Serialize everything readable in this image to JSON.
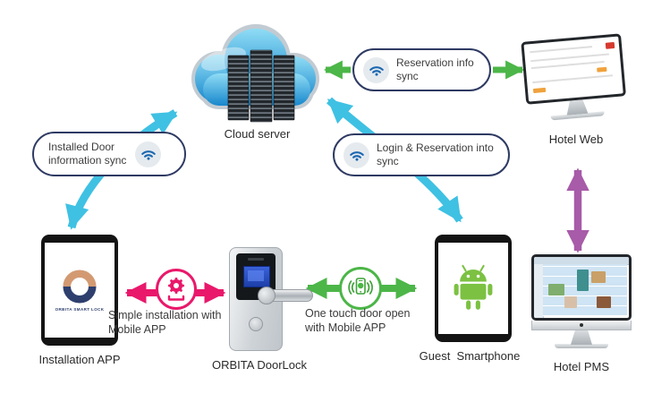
{
  "colors": {
    "cyan_arrow": "#3fc1e3",
    "green_arrow": "#4cb648",
    "pink_arrow": "#e9186b",
    "purple_arrow": "#a75ba8",
    "pill_border": "#2e3a63",
    "wifi_blue": "#1b67b0",
    "cloud_blue": "#2196d4",
    "android_green": "#7cc142",
    "logo_orange": "#d39a72",
    "logo_navy": "#2e3f6e"
  },
  "nodes": {
    "cloud_server": {
      "label": "Cloud server"
    },
    "hotel_web": {
      "label": "Hotel Web"
    },
    "hotel_pms": {
      "label": "Hotel PMS"
    },
    "installation_app": {
      "label": "Installation APP",
      "splash_text": "ORBITA SMART LOCK"
    },
    "doorlock": {
      "label": "ORBITA DoorLock"
    },
    "guest_smartphone": {
      "label": "Guest  Smartphone"
    }
  },
  "connections": {
    "installed_door_sync": {
      "icon": "wifi-icon",
      "color": "#3fc1e3",
      "lines": [
        "Installed Door",
        "information sync"
      ]
    },
    "reservation_sync": {
      "icon": "wifi-icon",
      "color": "#4cb648",
      "lines": [
        "Reservation info",
        "sync"
      ]
    },
    "login_reservation_sync": {
      "icon": "wifi-icon",
      "color": "#3fc1e3",
      "lines": [
        "Login & Reservation into",
        "sync"
      ]
    },
    "simple_installation": {
      "icon": "gear-install-icon",
      "color": "#e9186b",
      "lines": [
        "Simple installation with",
        "Mobile APP"
      ]
    },
    "one_touch_open": {
      "icon": "phone-tap-icon",
      "color": "#4cb648",
      "lines": [
        "One touch door open",
        "with Mobile APP"
      ]
    },
    "web_pms_link": {
      "icon": "double-arrow-icon",
      "color": "#a75ba8"
    }
  }
}
